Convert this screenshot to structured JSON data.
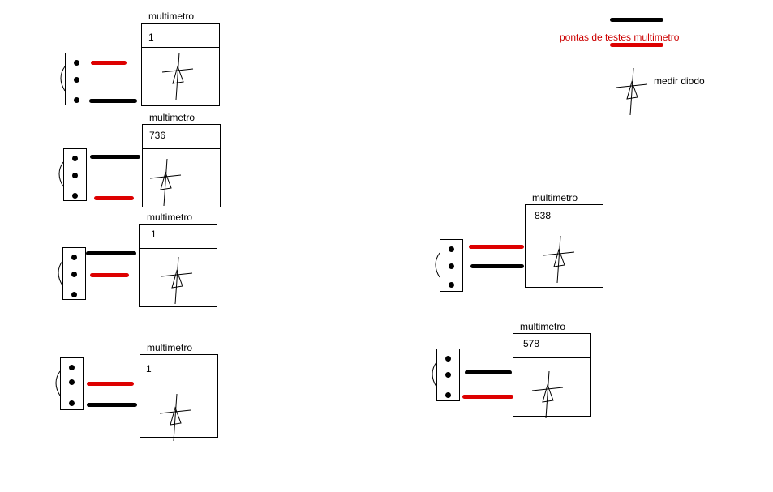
{
  "meter_title": "multimetro",
  "colors": {
    "probe_black": "#000000",
    "probe_red": "#dd0000",
    "legend_text": "#cc0000"
  },
  "legend": {
    "probes_label": "pontas de testes multimetro",
    "diode_label": "medir diodo",
    "diode_icon": "diode-symbol-icon"
  },
  "measurements": [
    {
      "reading": "1",
      "red_pin": 1,
      "black_pin": 3
    },
    {
      "reading": "736",
      "red_pin": 3,
      "black_pin": 1
    },
    {
      "reading": "1",
      "red_pin": 2,
      "black_pin": 1
    },
    {
      "reading": "1",
      "red_pin": 2,
      "black_pin": 3
    },
    {
      "reading": "838",
      "red_pin": 1,
      "black_pin": 2
    },
    {
      "reading": "578",
      "red_pin": 3,
      "black_pin": 2
    }
  ]
}
